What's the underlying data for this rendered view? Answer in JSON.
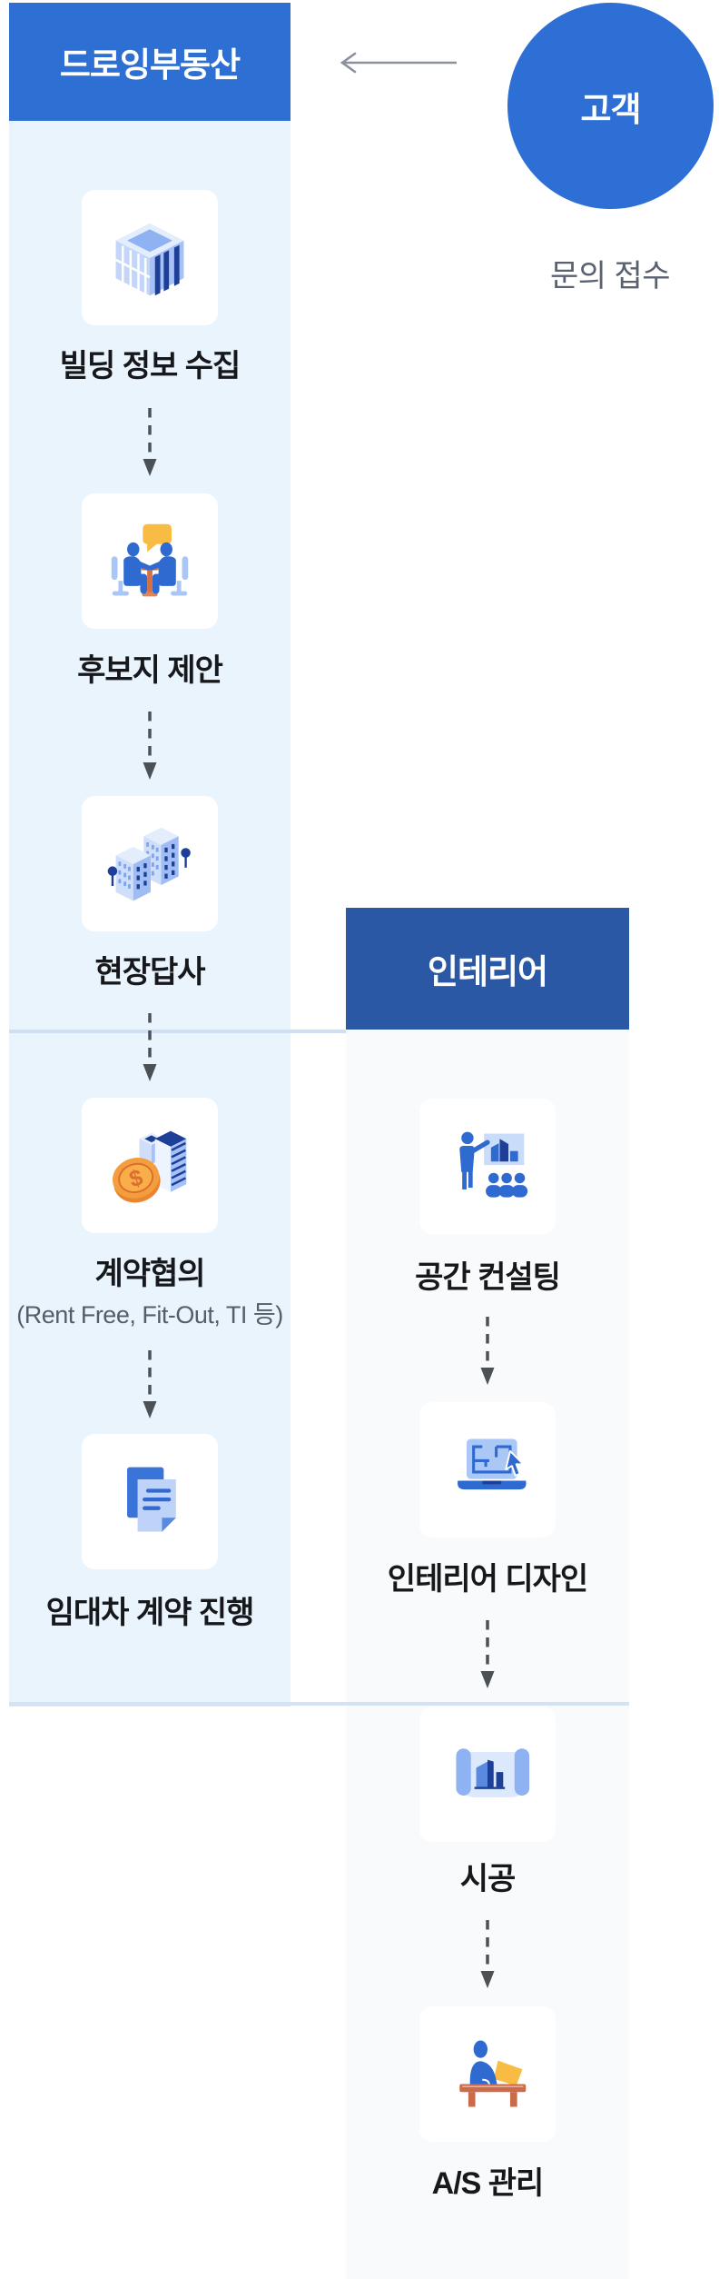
{
  "colors": {
    "page_bg": "#ffffff",
    "realestate_header_blue": "#2e6fd3",
    "customer_circle_blue": "#2e6fd6",
    "interior_header_navy": "#2a58a4",
    "left_column_bg": "#eaf4fd",
    "right_column_bg": "#f9fafb",
    "card_bg": "#ffffff",
    "label_text": "#16181c",
    "sublabel_text": "#565d68",
    "inquiry_text": "#5a6270",
    "top_arrow_gray": "#8b919c",
    "dashed_arrow_gray": "#4c5156",
    "connector_line_blue": "#cfe0f5",
    "icon_blue": "#2f6ad1",
    "icon_light_blue": "#bdd2f8",
    "icon_navy": "#1d3f97",
    "icon_yellow": "#f8bc45",
    "icon_orange": "#f49d3c",
    "icon_terracotta": "#cb6b4a"
  },
  "top": {
    "customer_label": "고객",
    "inquiry_label": "문의 접수"
  },
  "left_column": {
    "title": "드로잉부동산",
    "steps": [
      {
        "label": "빌딩 정보 수집",
        "icon": "office-building-icon"
      },
      {
        "label": "후보지 제안",
        "icon": "meeting-discussion-icon"
      },
      {
        "label": "현장답사",
        "icon": "site-buildings-icon"
      },
      {
        "label": "계약협의",
        "sublabel": "(Rent Free, Fit-Out, TI 등)",
        "icon": "coin-building-icon"
      },
      {
        "label": "임대차 계약 진행",
        "icon": "contract-documents-icon"
      }
    ]
  },
  "right_column": {
    "title": "인테리어",
    "steps": [
      {
        "label": "공간 컨설팅",
        "icon": "space-consulting-presentation-icon"
      },
      {
        "label": "인테리어 디자인",
        "icon": "laptop-floorplan-icon"
      },
      {
        "label": "시공",
        "icon": "blueprint-construction-icon"
      },
      {
        "label": "A/S 관리",
        "icon": "support-desk-icon"
      }
    ]
  }
}
